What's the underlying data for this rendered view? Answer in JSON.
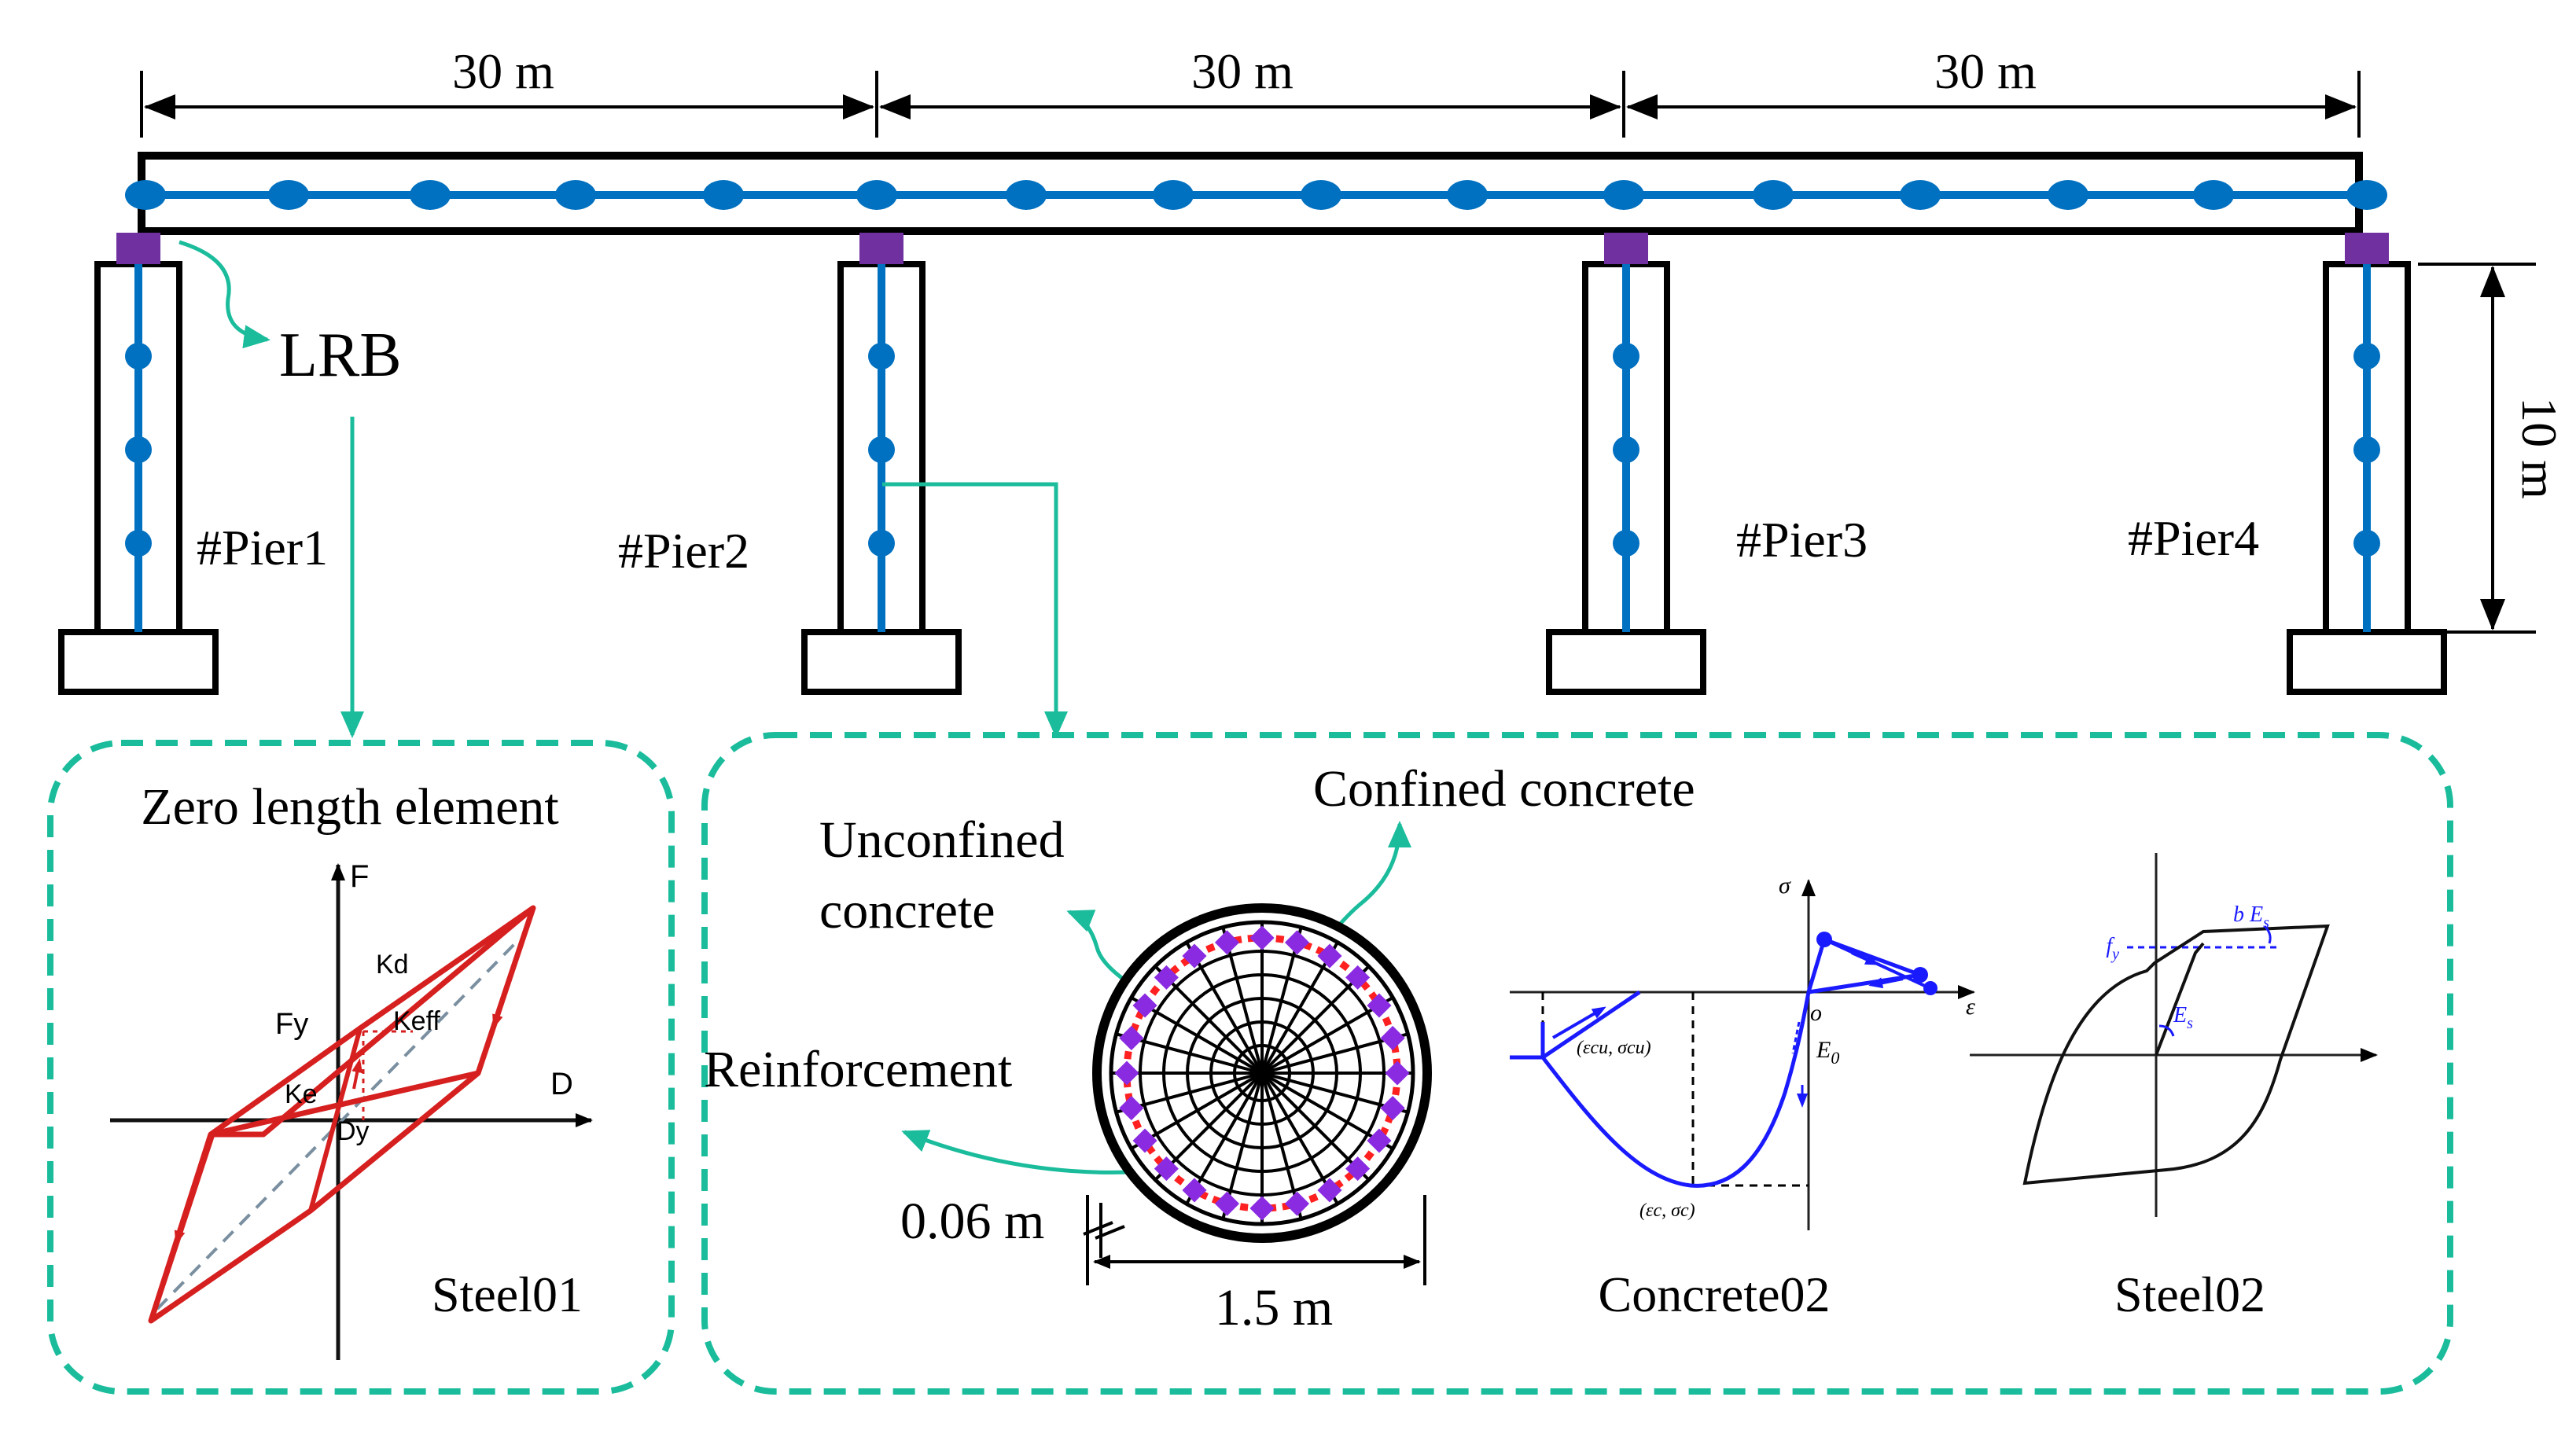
{
  "bridge": {
    "span_labels": [
      "30 m",
      "30 m",
      "30 m"
    ],
    "pier_height_label": "10 m",
    "pier_labels": [
      "#Pier1",
      "#Pier2",
      "#Pier3",
      "#Pier4"
    ],
    "bearing_label": "LRB"
  },
  "panels": {
    "zero_length": {
      "title": "Zero length element",
      "material": "Steel01",
      "axis_force": "F",
      "axis_disp": "D",
      "labels": {
        "fy": "Fy",
        "kd": "Kd",
        "keff": "Keff",
        "ke": "Ke",
        "dy": "Dy"
      }
    },
    "section": {
      "confined_label": "Confined concrete",
      "unconfined_label_line1": "Unconfined",
      "unconfined_label_line2": "concrete",
      "reinforcement_label": "Reinforcement",
      "cover_label": "0.06 m",
      "diameter_label": "1.5 m"
    },
    "concrete02": {
      "material": "Concrete02",
      "sigma": "σ",
      "epsilon": "ε",
      "origin": "o",
      "e0": "E",
      "e0_sub": "0",
      "cu_label": "(εcu, σcu)",
      "c_label": "(εc, σc)"
    },
    "steel02": {
      "material": "Steel02",
      "fy": "f",
      "fy_sub": "y",
      "bes": "b E",
      "bes_sub": "s",
      "es": "E",
      "es_sub": "s"
    }
  },
  "colors": {
    "beam_line": "#0070c0",
    "bearing": "#7030a0",
    "leader_arrow": "#1abc9c",
    "panel_border": "#1abc9c",
    "hysteresis": "#d62020",
    "concrete02_curve": "#1a1aff",
    "rebar_blue": "#8a2be2",
    "rebar_red": "#ff2020"
  }
}
